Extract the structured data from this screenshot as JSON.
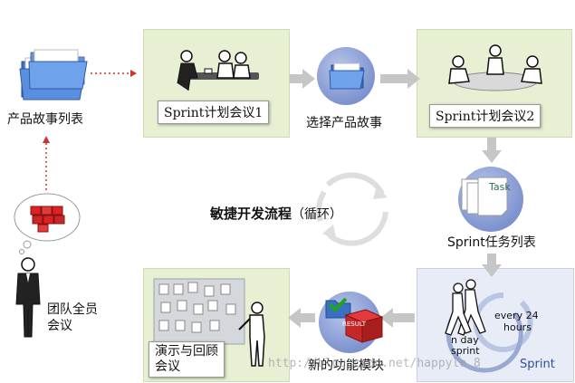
{
  "labels": {
    "product_backlog": "产品故事列表",
    "sprint_meeting_1": "Sprint计划会议1",
    "select_stories": "选择产品故事",
    "sprint_meeting_2": "Sprint计划会议2",
    "sprint_backlog": "Sprint任务列表",
    "center_title": "敏捷开发流程",
    "center_sub": "（循环）",
    "team_meeting_line1": "团队全员",
    "team_meeting_line2": "会议",
    "new_feature": "新的功能模块",
    "demo_review_line1": "演示与回顾",
    "demo_review_line2": "会议"
  },
  "sprint_graphic": {
    "every": "every 24",
    "hours": "hours",
    "nday1": "n day",
    "nday2": "sprint",
    "brand": "Sprint"
  },
  "task_card": "Task",
  "result_box": "RESULT",
  "watermark": "http://blog.csdn.net/happyle   8",
  "colors": {
    "panel_green": "#e7f0d2",
    "panel_blue": "#e8ecf7",
    "arrow_gray": "#c6c6c6",
    "circle_blue": "#7e93cf",
    "red_dotted": "#cc3333"
  }
}
